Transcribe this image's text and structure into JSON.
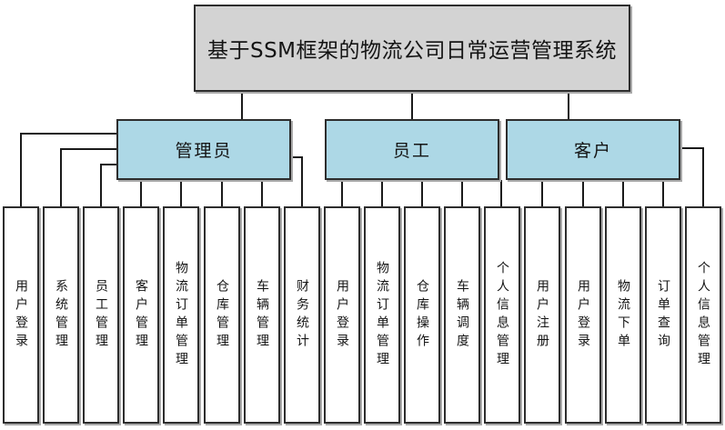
{
  "diagram": {
    "title": "基于SSM框架的物流公司日常运营管理系统",
    "colors": {
      "title_fill": "#d3d3d3",
      "category_fill": "#add8e6",
      "leaf_fill": "#ffffff",
      "border": "#2d2d2d",
      "connector": "#1a1a1a"
    },
    "categories": [
      {
        "label": "管理员",
        "children": [
          "用户登录",
          "系统管理",
          "员工管理",
          "客户管理",
          "物流订单管理",
          "仓库管理",
          "车辆管理",
          "财务统计"
        ]
      },
      {
        "label": "员工",
        "children": [
          "用户登录",
          "物流订单管理",
          "仓库操作",
          "车辆调度",
          "个人信息管理"
        ]
      },
      {
        "label": "客户",
        "children": [
          "用户注册",
          "用户登录",
          "物流下单",
          "订单查询",
          "个人信息管理"
        ]
      }
    ],
    "leaves": [
      "用户登录",
      "系统管理",
      "员工管理",
      "客户管理",
      "物流订单管理",
      "仓库管理",
      "车辆管理",
      "财务统计",
      "用户登录",
      "物流订单管理",
      "仓库操作",
      "车辆调度",
      "个人信息管理",
      "用户注册",
      "用户登录",
      "物流下单",
      "订单查询",
      "个人信息管理"
    ]
  }
}
